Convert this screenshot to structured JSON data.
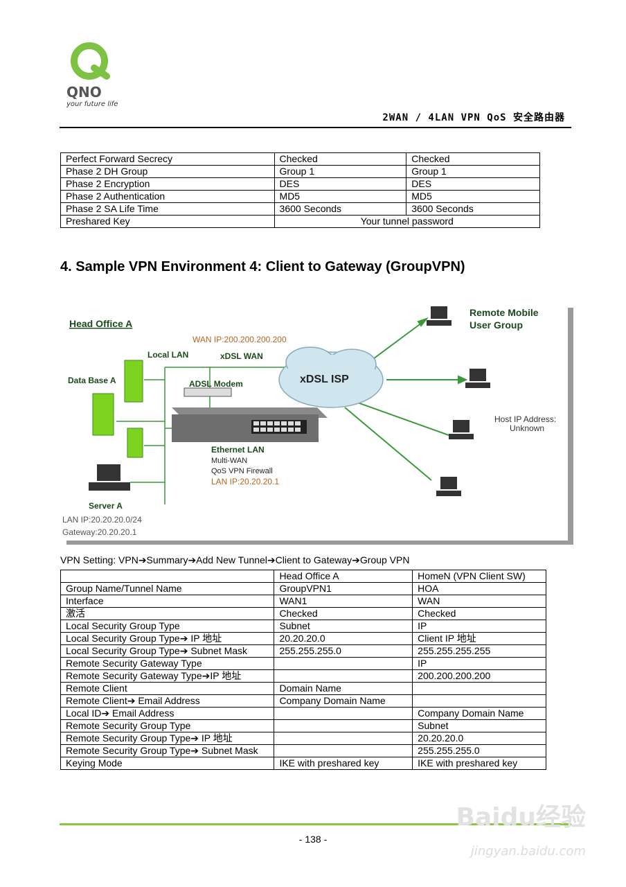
{
  "header": {
    "logo_text": "QNO",
    "logo_tagline": "your future life",
    "title": "2WAN / 4LAN VPN QoS 安全路由器"
  },
  "table1": {
    "rows": [
      [
        "Perfect Forward Secrecy",
        "Checked",
        "Checked"
      ],
      [
        "Phase 2 DH Group",
        "Group 1",
        "Group 1"
      ],
      [
        "Phase 2 Encryption",
        "DES",
        "DES"
      ],
      [
        "Phase 2 Authentication",
        "MD5",
        "MD5"
      ],
      [
        "Phase 2 SA Life Time",
        "3600 Seconds",
        "3600 Seconds"
      ]
    ],
    "preshared_label": "Preshared Key",
    "preshared_value": "Your tunnel password"
  },
  "section_title": "4. Sample VPN Environment 4: Client to Gateway (GroupVPN)",
  "diagram": {
    "head_office": "Head Office A",
    "wan_ip": "WAN IP:200.200.200.200",
    "local_lan": "Local LAN",
    "xdsl_wan": "xDSL WAN",
    "database": "Data Base  A",
    "adsl_modem": "ADSL Modem",
    "xdsl_isp": "xDSL ISP",
    "remote_group_1": "Remote Mobile",
    "remote_group_2": "User Group",
    "host_ip_1": "Host IP Address:",
    "host_ip_2": "Unknown",
    "ethernet_lan": "Ethernet LAN",
    "multi_wan": "Multi-WAN",
    "qos_fw": "QoS VPN Firewall",
    "lan_ip": "LAN IP:20.20.20.1",
    "server": "Server A",
    "lan_ip_range": "LAN IP:20.20.20.0/24",
    "gateway": "Gateway:20.20.20.1"
  },
  "vpn_setting": "VPN Setting: VPN➔Summary➔Add New Tunnel➔Client to Gateway➔Group VPN",
  "table2": {
    "header": [
      "",
      "Head Office A",
      "HomeN (VPN Client SW)"
    ],
    "rows": [
      [
        "Group Name/Tunnel Name",
        "GroupVPN1",
        "HOA"
      ],
      [
        "Interface",
        "WAN1",
        "WAN"
      ],
      [
        "激活",
        "Checked",
        "Checked"
      ],
      [
        "Local Security Group Type",
        "Subnet",
        "IP"
      ],
      [
        "Local Security Group Type➔ IP 地址",
        "20.20.20.0",
        "Client IP 地址"
      ],
      [
        "Local Security Group Type➔ Subnet Mask",
        "255.255.255.0",
        "255.255.255.255"
      ],
      [
        "Remote Security Gateway Type",
        "",
        "IP"
      ],
      [
        "Remote Security Gateway Type➔IP 地址",
        "",
        "200.200.200.200"
      ],
      [
        "Remote Client",
        "Domain Name",
        ""
      ],
      [
        "Remote Client➔ Email Address",
        "Company Domain Name",
        ""
      ],
      [
        "Local ID➔ Email Address",
        "",
        "Company Domain Name"
      ],
      [
        "Remote Security Group Type",
        "",
        "Subnet"
      ],
      [
        "Remote Security Group Type➔ IP 地址",
        "",
        "20.20.20.0"
      ],
      [
        "Remote Security Group Type➔ Subnet Mask",
        "",
        "255.255.255.0"
      ],
      [
        "Keying Mode",
        "IKE with preshared key",
        "IKE with preshared key"
      ]
    ]
  },
  "page_number": "- 138 -",
  "watermark": {
    "main": "Baidu经验",
    "url": "jingyan.baidu.com"
  },
  "colors": {
    "accent_green": "#8cc63f",
    "diagram_green": "#3a9a3a",
    "cloud": "#cfe6ef"
  }
}
